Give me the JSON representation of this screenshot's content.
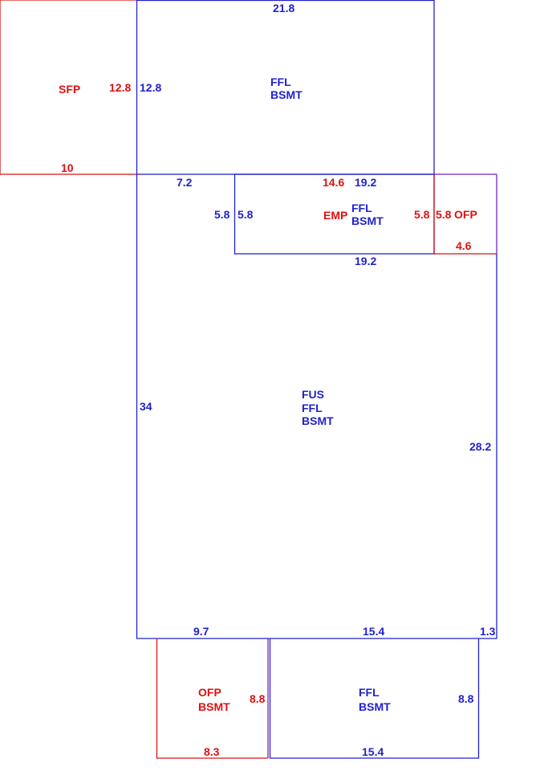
{
  "colors": {
    "blue": "#2222cc",
    "red": "#dd1111",
    "purple": "#7722bb"
  },
  "areas": {
    "sfp": {
      "label": "SFP",
      "dims": {
        "height": "12.8",
        "width": "10"
      }
    },
    "top_ffl": {
      "lines": [
        "FFL",
        "BSMT"
      ],
      "dims": {
        "top": "21.8",
        "left": "12.8",
        "bottom": "7.2"
      }
    },
    "emp": {
      "label": "EMP",
      "dims": {
        "top": "14.6",
        "left": "5.8",
        "right": "5.8"
      }
    },
    "mid_ffl": {
      "lines": [
        "FFL",
        "BSMT"
      ],
      "dims": {
        "top": "19.2",
        "left": "5.8",
        "bottom": "19.2"
      }
    },
    "ofp_right": {
      "label": "OFP",
      "dims": {
        "left": "5.8",
        "bottom": "4.6"
      }
    },
    "main": {
      "lines": [
        "FUS",
        "FFL",
        "BSMT"
      ],
      "dims": {
        "left": "34",
        "right": "28.2",
        "bottom_a": "9.7",
        "bottom_b": "15.4",
        "bottom_c": "1.3"
      }
    },
    "ofp_bottom": {
      "lines": [
        "OFP",
        "BSMT"
      ],
      "dims": {
        "right": "8.8",
        "bottom": "8.3"
      }
    },
    "bottom_ffl": {
      "lines": [
        "FFL",
        "BSMT"
      ],
      "dims": {
        "right": "8.8",
        "bottom": "15.4"
      }
    }
  }
}
